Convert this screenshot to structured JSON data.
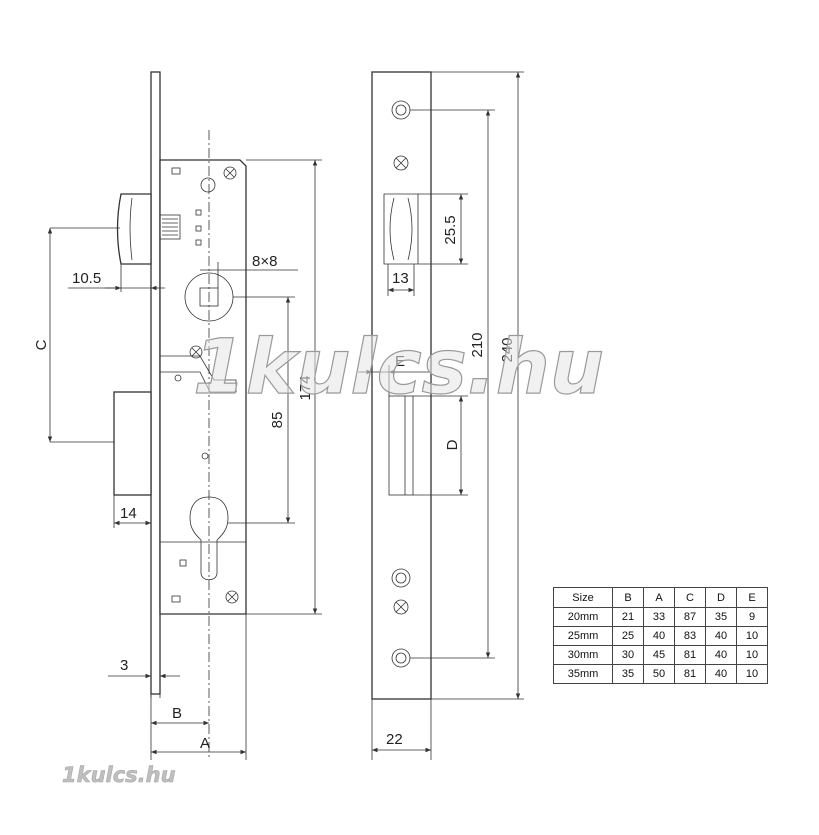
{
  "dimension_labels": {
    "handle_offset": "10.5",
    "spindle_square": "8×8",
    "distance_c": "C",
    "distance_85": "85",
    "height_174": "174",
    "bolt_14": "14",
    "faceplate_3": "3",
    "distance_b": "B",
    "distance_a": "A",
    "latch_255": "25.5",
    "latch_13": "13",
    "hole_210": "210",
    "plate_240": "240",
    "offset_e": "E",
    "bolt_d": "D",
    "plate_22": "22"
  },
  "watermark": {
    "large": "1kulcs.hu",
    "small": "1kulcs.hu"
  },
  "size_table": {
    "headers": [
      "Size",
      "B",
      "A",
      "C",
      "D",
      "E"
    ],
    "rows": [
      [
        "20mm",
        "21",
        "33",
        "87",
        "35",
        "9"
      ],
      [
        "25mm",
        "25",
        "40",
        "83",
        "40",
        "10"
      ],
      [
        "30mm",
        "30",
        "45",
        "81",
        "40",
        "10"
      ],
      [
        "35mm",
        "35",
        "50",
        "81",
        "40",
        "10"
      ]
    ]
  },
  "colors": {
    "line": "#333333",
    "watermark_fill": "#e6e6e6",
    "watermark_outline": "#9a9a9a",
    "small_watermark": "#bfbfbf"
  }
}
